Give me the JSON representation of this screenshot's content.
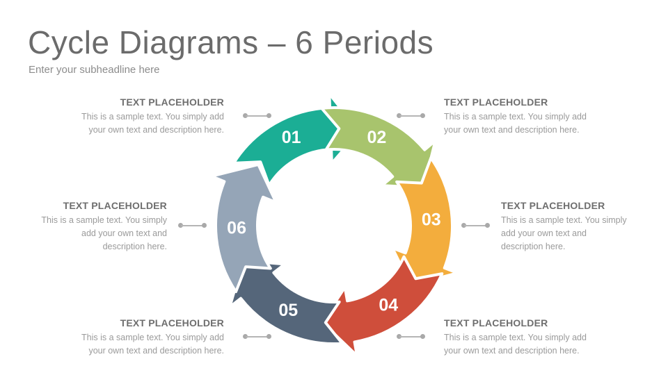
{
  "title": "Cycle Diagrams – 6 Periods",
  "subtitle": "Enter your subheadline here",
  "segments": [
    {
      "number": "01",
      "color": "#1bae95"
    },
    {
      "number": "02",
      "color": "#a8c46d"
    },
    {
      "number": "03",
      "color": "#f3ad3d"
    },
    {
      "number": "04",
      "color": "#cf4e3b"
    },
    {
      "number": "05",
      "color": "#55667a"
    },
    {
      "number": "06",
      "color": "#95a5b7"
    }
  ],
  "blocks": [
    {
      "heading": "TEXT PLACEHOLDER",
      "line1": "This is a sample text. You simply add",
      "line2": "your own text and description here.",
      "line3": ""
    },
    {
      "heading": "TEXT PLACEHOLDER",
      "line1": "This is a sample text. You simply add",
      "line2": "your own text and description here.",
      "line3": ""
    },
    {
      "heading": "TEXT PLACEHOLDER",
      "line1": "This is a sample text. You simply",
      "line2": "add your own text and",
      "line3": "description here."
    },
    {
      "heading": "TEXT PLACEHOLDER",
      "line1": "This is a sample text. You simply add",
      "line2": "your own text and description here.",
      "line3": ""
    },
    {
      "heading": "TEXT PLACEHOLDER",
      "line1": "This is a sample text. You simply add",
      "line2": "your own text and description here.",
      "line3": ""
    },
    {
      "heading": "TEXT PLACEHOLDER",
      "line1": "This is a sample text. You simply",
      "line2": "add your own text and",
      "line3": "description here."
    }
  ]
}
